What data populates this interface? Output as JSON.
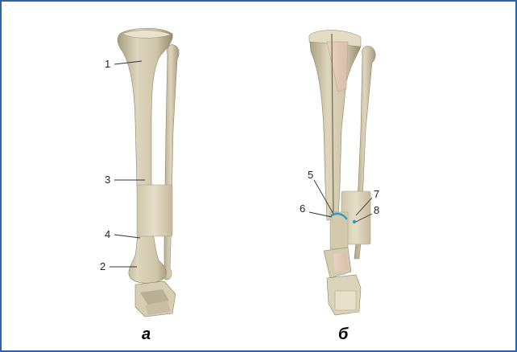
{
  "colors": {
    "frame": "#2f63a8",
    "bone_light": "#ddd5bc",
    "bone_mid": "#c5bb9c",
    "bone_shadow": "#978d70",
    "fixator_block": "#e4dcc4",
    "fixator_shadow": "#b8ad90",
    "screw": "#2aa0c4"
  },
  "panels": {
    "a": {
      "label": "а",
      "callouts": [
        "1",
        "3",
        "4",
        "2"
      ]
    },
    "b": {
      "label": "б",
      "callouts": [
        "5",
        "6",
        "7",
        "8"
      ]
    }
  }
}
